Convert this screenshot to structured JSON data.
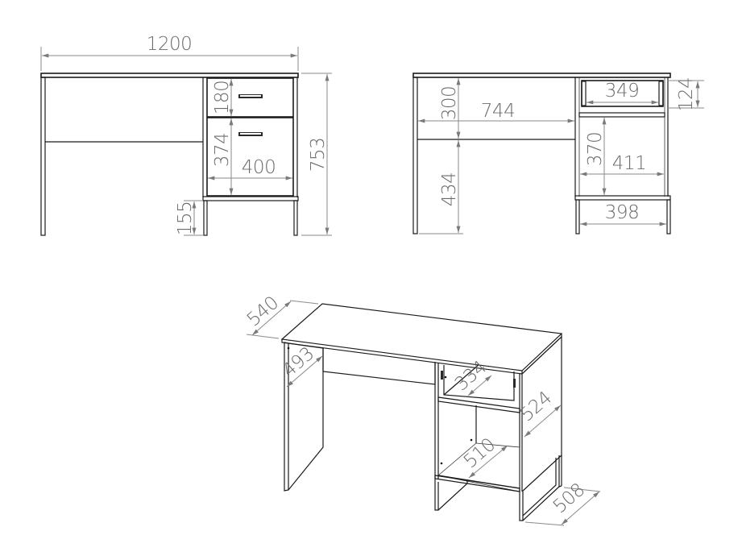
{
  "drawing": {
    "title": "Desk dimension drawing",
    "units": "mm",
    "colors": {
      "line": "#1a1a1a",
      "dimension_line": "#8a8a8a",
      "dimension_text": "#6b6b6b",
      "background": "#ffffff"
    }
  },
  "views": {
    "front": {
      "label": "front-view",
      "dimensions": {
        "overall_width": "1200",
        "overall_height": "753",
        "top_drawer_height": "180",
        "bottom_drawer_height": "374",
        "drawer_width": "400",
        "leg_height": "155"
      }
    },
    "front_open": {
      "label": "front-view-open",
      "dimensions": {
        "knee_space_width": "744",
        "modesty_panel_height": "300",
        "lower_clearance": "434",
        "drawer_inner_width": "349",
        "drawer_inner_height": "124",
        "cabinet_inner_height": "370",
        "cabinet_inner_width": "411",
        "leg_span": "398"
      }
    },
    "isometric": {
      "label": "isometric-view",
      "dimensions": {
        "overall_depth": "540",
        "side_panel_depth": "493",
        "drawer_depth": "334",
        "cabinet_depth": "524",
        "shelf_depth": "510",
        "base_depth": "508"
      }
    }
  }
}
